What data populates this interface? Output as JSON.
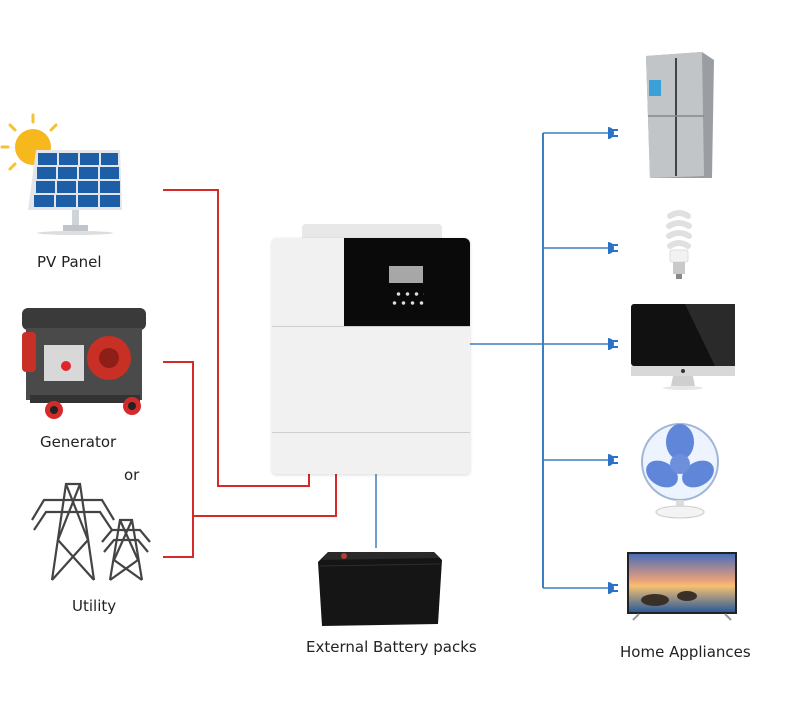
{
  "diagram": {
    "title": "Solar inverter system connection diagram",
    "colors": {
      "ac_input_line": "#d42a2a",
      "output_line": "#3b7fc0",
      "plug": "#2a72c8",
      "inverter_body": "#f1f1f1",
      "inverter_panel": "#0a0a0a",
      "battery": "#151515"
    },
    "sources": [
      {
        "id": "pv",
        "label": "PV Panel",
        "icon": "solar-panel-icon"
      },
      {
        "id": "generator",
        "label": "Generator",
        "icon": "generator-icon"
      },
      {
        "id": "utility",
        "label": "Utility",
        "icon": "power-tower-icon"
      }
    ],
    "or_label": "or",
    "center": {
      "label": "",
      "icon": "inverter-icon"
    },
    "storage": {
      "label": "External Battery packs",
      "icon": "battery-icon"
    },
    "loads": {
      "label": "Home Appliances",
      "items": [
        {
          "name": "refrigerator",
          "icon": "refrigerator-icon"
        },
        {
          "name": "light bulb",
          "icon": "light-bulb-icon"
        },
        {
          "name": "computer monitor",
          "icon": "monitor-icon"
        },
        {
          "name": "fan",
          "icon": "fan-icon"
        },
        {
          "name": "television",
          "icon": "tv-icon"
        }
      ]
    }
  }
}
